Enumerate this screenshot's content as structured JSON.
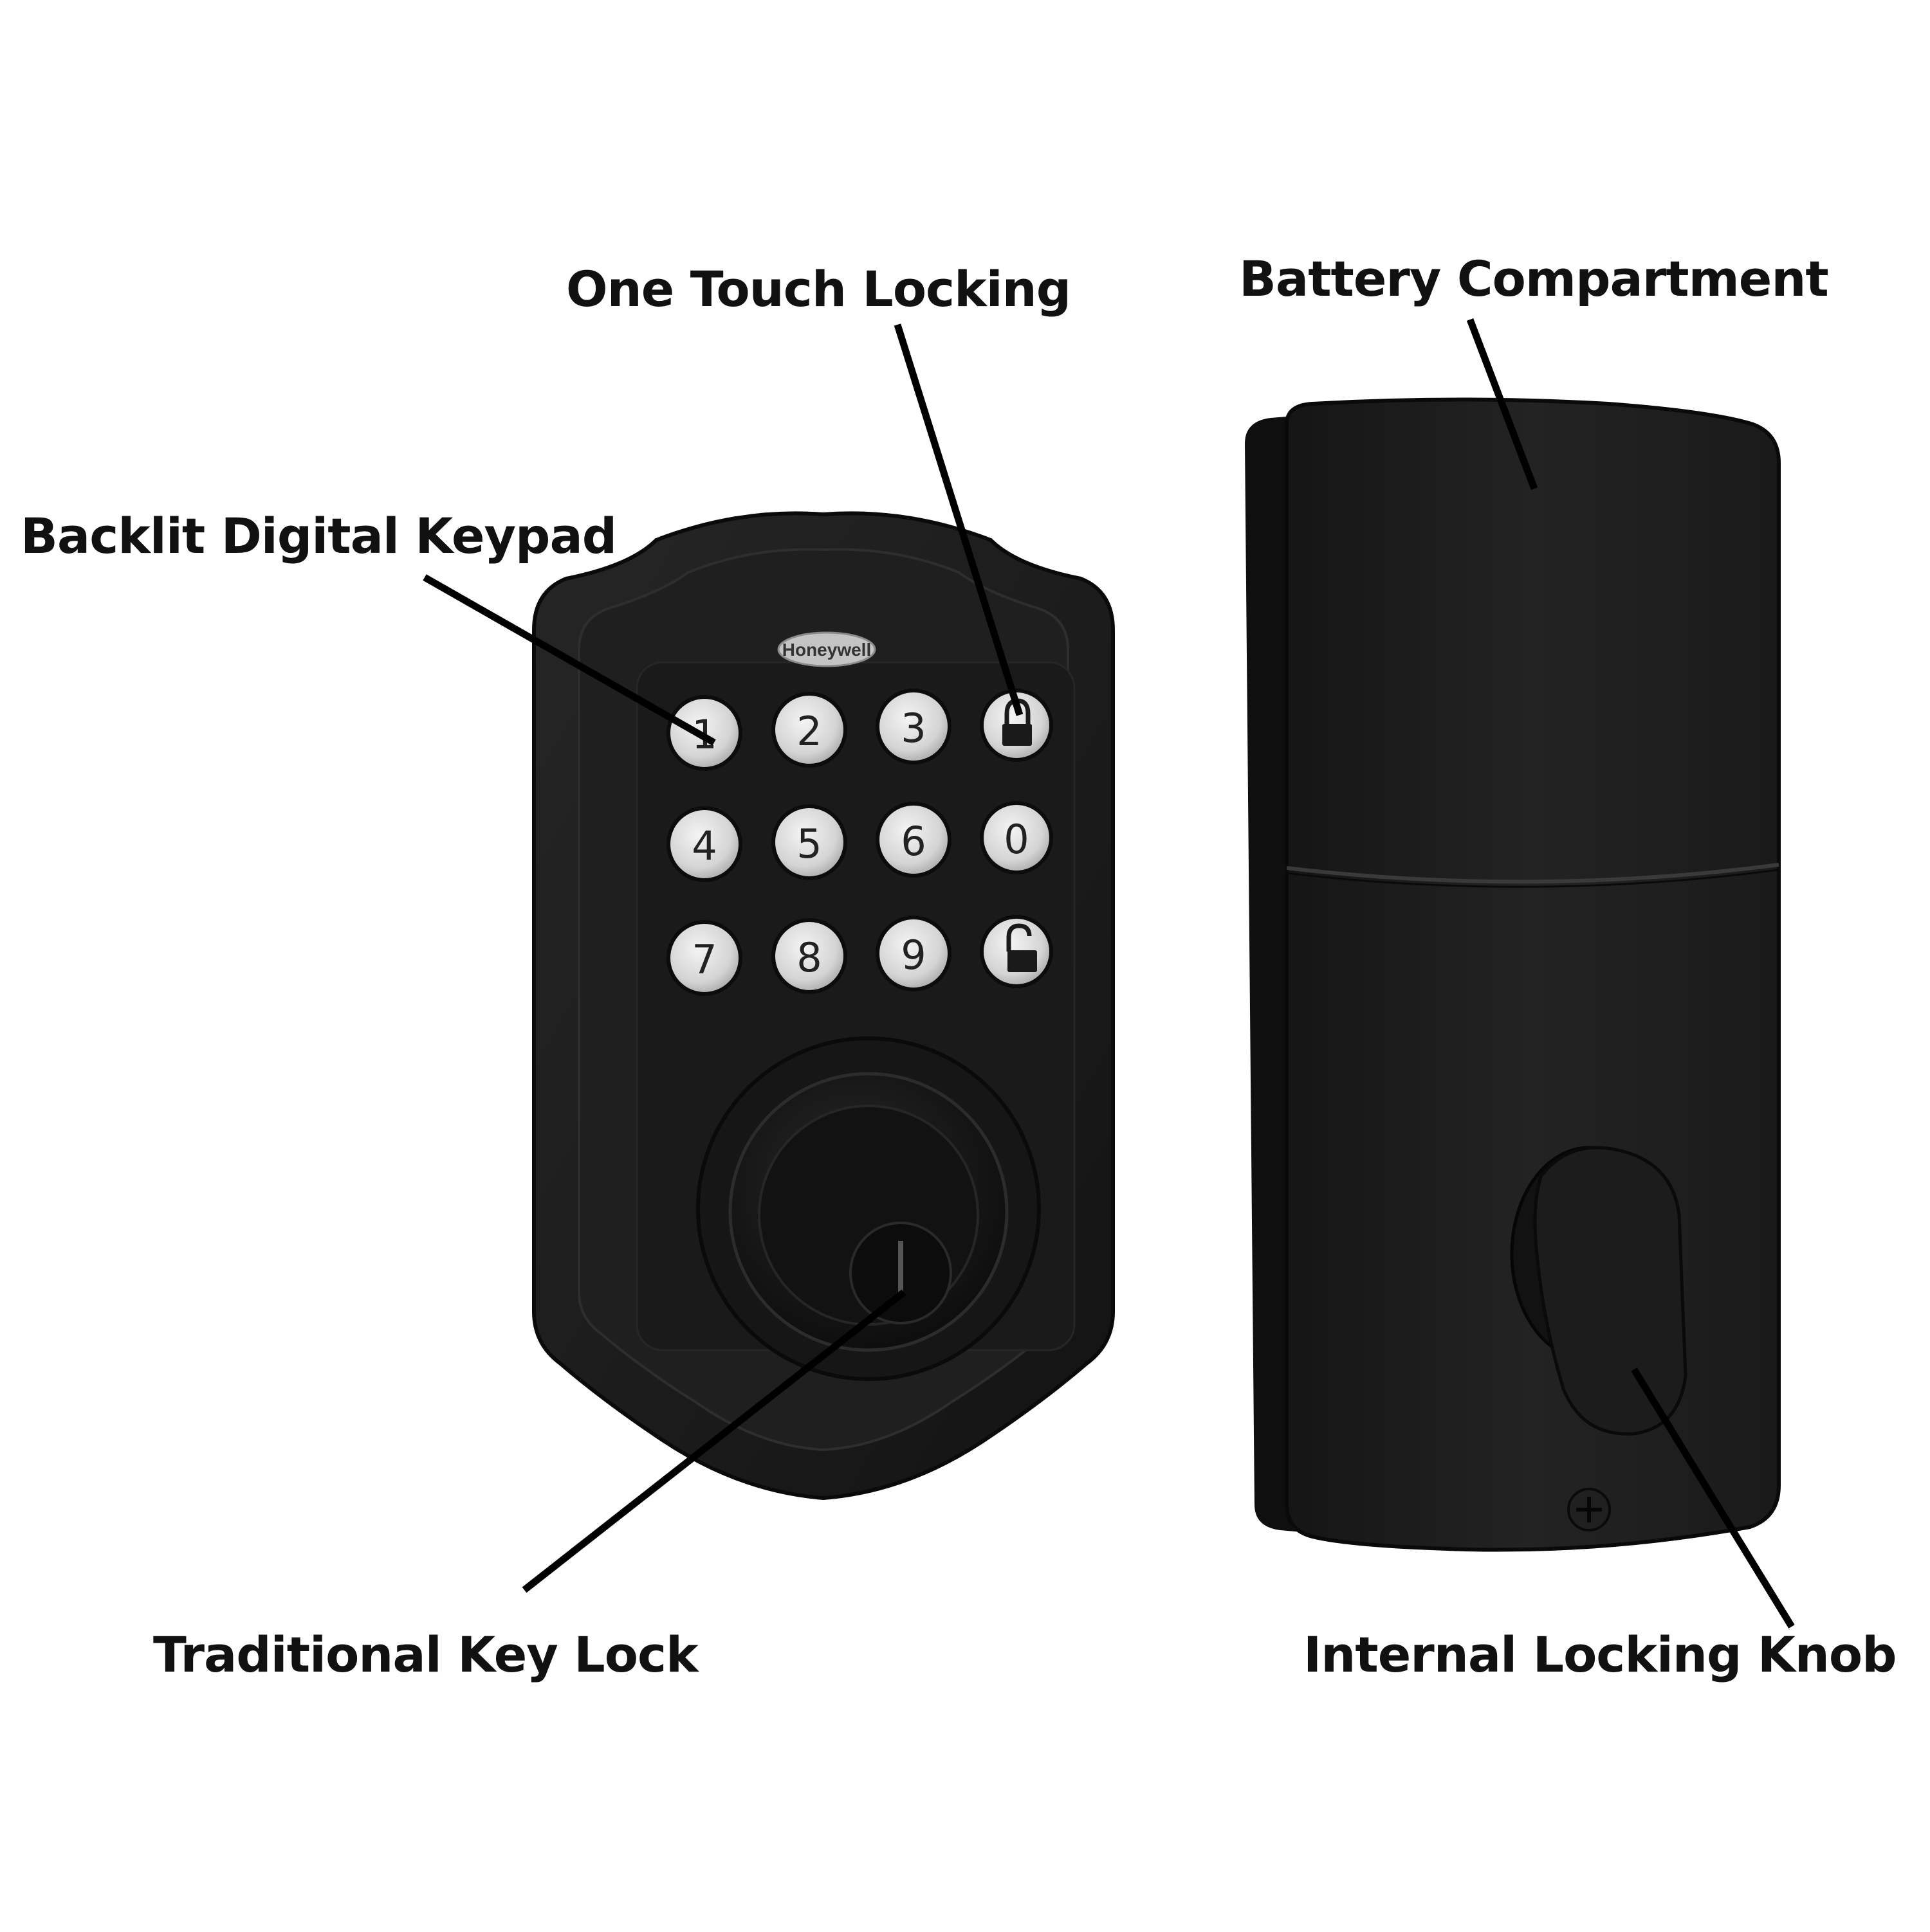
{
  "callouts": {
    "one_touch_locking": "One Touch Locking",
    "battery_compartment": "Battery Compartment",
    "backlit_digital_keypad": "Backlit Digital Keypad",
    "traditional_key_lock": "Traditional Key Lock",
    "internal_locking_knob": "Internal Locking Knob"
  },
  "keypad": {
    "brand": "Honeywell",
    "keys": [
      "1",
      "2",
      "3",
      "lock",
      "4",
      "5",
      "6",
      "0",
      "7",
      "8",
      "9",
      "unlock"
    ],
    "icons": {
      "lock_key": "lock-icon",
      "unlock_key": "unlock-icon"
    }
  },
  "colors": {
    "lock_body": "#1b1b1b",
    "key_face": "#dcdcdc",
    "callout_text": "#111111",
    "leader_line": "#000000",
    "background": "#ffffff"
  }
}
